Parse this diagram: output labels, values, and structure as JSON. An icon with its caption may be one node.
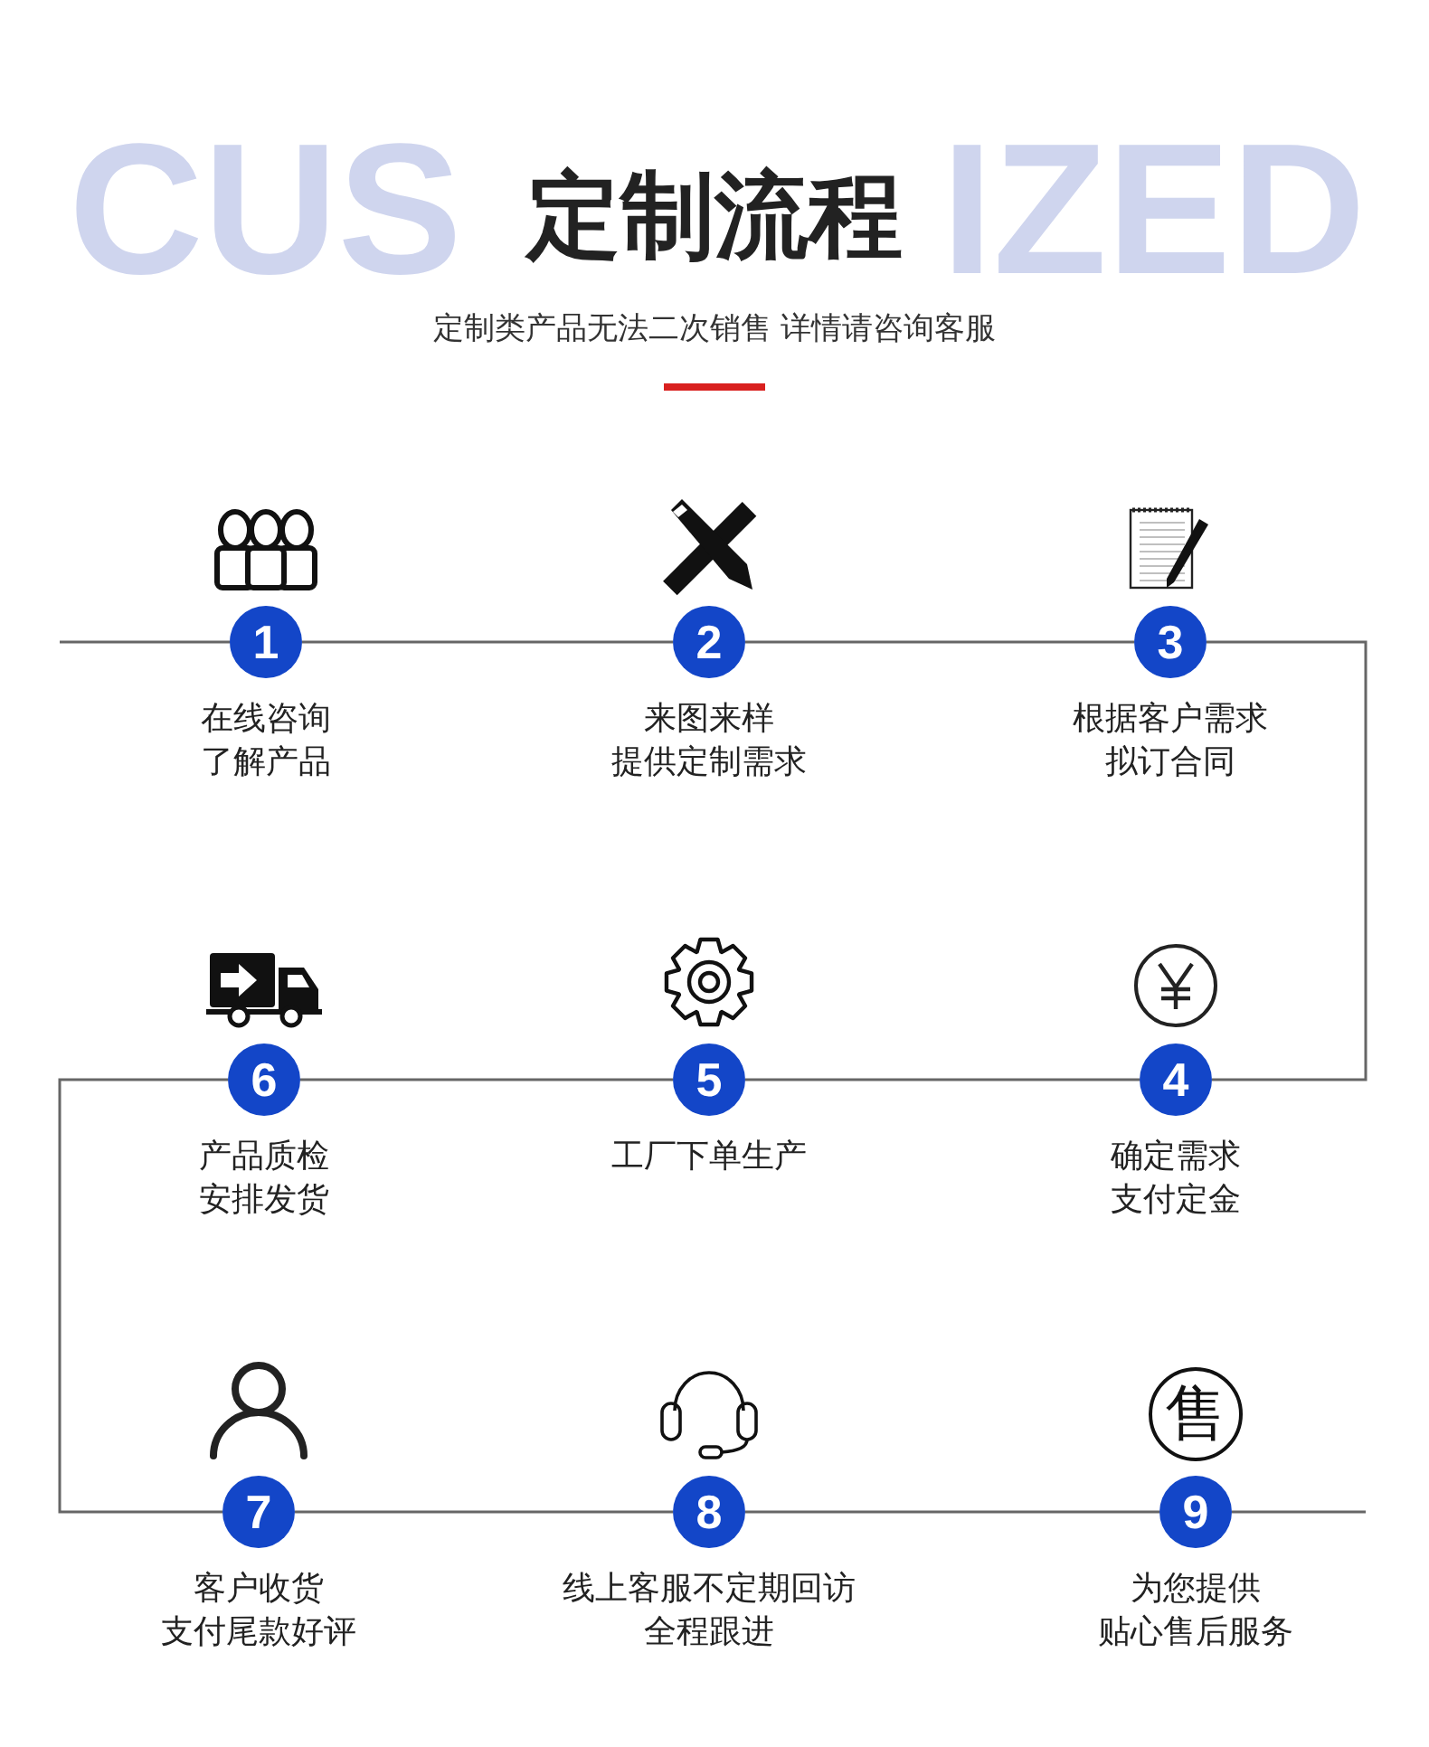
{
  "diagram": {
    "title": "定制流程",
    "nodes": [
      {
        "text": [
          "1"
        ],
        "beside": [
          "在线咨询了解产品"
        ]
      },
      {
        "text": [
          "2"
        ],
        "beside": [
          "来图来样提供定制需求"
        ]
      },
      {
        "text": [
          "3"
        ],
        "beside": [
          "根据客户需求拟订合同"
        ]
      },
      {
        "text": [
          "4"
        ],
        "beside": [
          "确定需求支付定金"
        ]
      },
      {
        "text": [
          "5"
        ],
        "beside": [
          "工厂下单生产"
        ]
      },
      {
        "text": [
          "6"
        ],
        "beside": [
          "产品质检安排发货"
        ]
      },
      {
        "text": [
          "7"
        ],
        "beside": [
          "客户收货支付尾款好评"
        ]
      },
      {
        "text": [
          "8"
        ],
        "beside": [
          "线上客服不定期回访全程跟进"
        ]
      },
      {
        "text": [
          "9"
        ],
        "beside": [
          "为您提供贴心售后服务"
        ]
      }
    ],
    "edges": [
      {
        "from": null,
        "to": 0,
        "arrow": "none"
      },
      {
        "from": 0,
        "to": 1,
        "arrow": "none"
      },
      {
        "from": 1,
        "to": 2,
        "arrow": "none"
      },
      {
        "from": 2,
        "to": 3,
        "arrow": "none"
      },
      {
        "from": 3,
        "to": 4,
        "arrow": "none"
      },
      {
        "from": 4,
        "to": 5,
        "arrow": "none"
      },
      {
        "from": 5,
        "to": 6,
        "arrow": "none"
      },
      {
        "from": 6,
        "to": 7,
        "arrow": "none"
      },
      {
        "from": 7,
        "to": 8,
        "arrow": "none"
      },
      {
        "from": 8,
        "to": null,
        "arrow": "none"
      }
    ],
    "labels": [
      "CUS",
      "IZED",
      "定制类产品无法二次销售 详情请咨询客服",
      "售"
    ]
  }
}
